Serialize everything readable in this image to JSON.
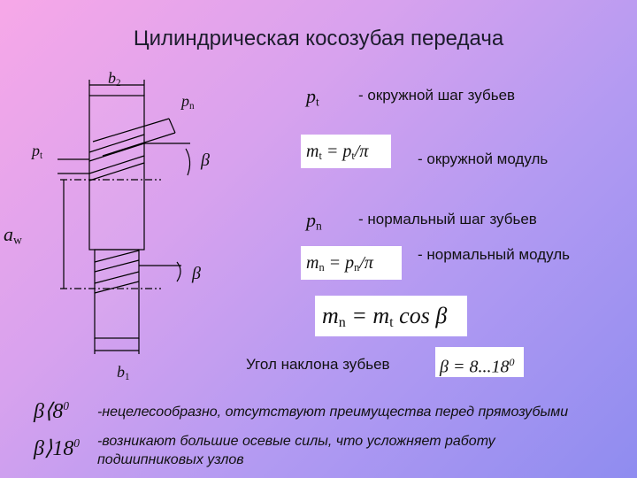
{
  "title": "Цилиндрическая косозубая передача",
  "diagram_labels": {
    "b2": "b",
    "b2_sub": "2",
    "pn": "p",
    "pn_sub": "n",
    "pt": "p",
    "pt_sub": "t",
    "beta": "β",
    "aw": "a",
    "aw_sub": "w",
    "b1": "b",
    "b1_sub": "1"
  },
  "definitions": [
    {
      "symbol": "p",
      "sub": "t",
      "text": "- окружной шаг зубьев"
    },
    {
      "formula": "m",
      "formula_sub": "t",
      "rhs": "= p",
      "rhs_sub": "t",
      "rhs_tail": "/π",
      "text": "- окружной модуль"
    },
    {
      "symbol": "p",
      "sub": "n",
      "text": "- нормальный шаг зубьев"
    },
    {
      "formula": "m",
      "formula_sub": "n",
      "rhs": "= p",
      "rhs_sub": "n",
      "rhs_tail": "/π",
      "text": "- нормальный модуль"
    }
  ],
  "main_formula": {
    "lhs": "m",
    "lhs_sub": "n",
    "mid": "= m",
    "mid_sub": "t",
    "tail": " cos β"
  },
  "angle": {
    "label": "Угол наклона зубьев",
    "formula": "β = 8...18",
    "formula_sup": "0"
  },
  "conditions": [
    {
      "symbol": "β⟨8",
      "sup": "0",
      "text": "-нецелесообразно, отсутствуют преимущества перед прямозубыми"
    },
    {
      "symbol": "β⟩18",
      "sup": "0",
      "text": "-возникают большие осевые силы, что усложняет работу подшипниковых узлов"
    }
  ]
}
